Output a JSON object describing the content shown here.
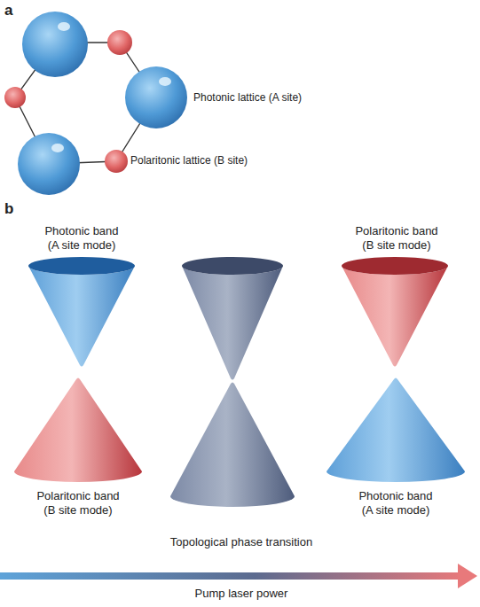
{
  "diagram": {
    "labels": [
      "a",
      "Photonic lattice (A site)",
      "Polaritonic lattice (B site)",
      "b",
      "Photonic band (A site mode)",
      "Polaritonic band (B site mode)",
      "Polaritonic band (B site mode)",
      "Photonic band (A site mode)",
      "Topological phase transition",
      "Pump laser power"
    ]
  }
}
